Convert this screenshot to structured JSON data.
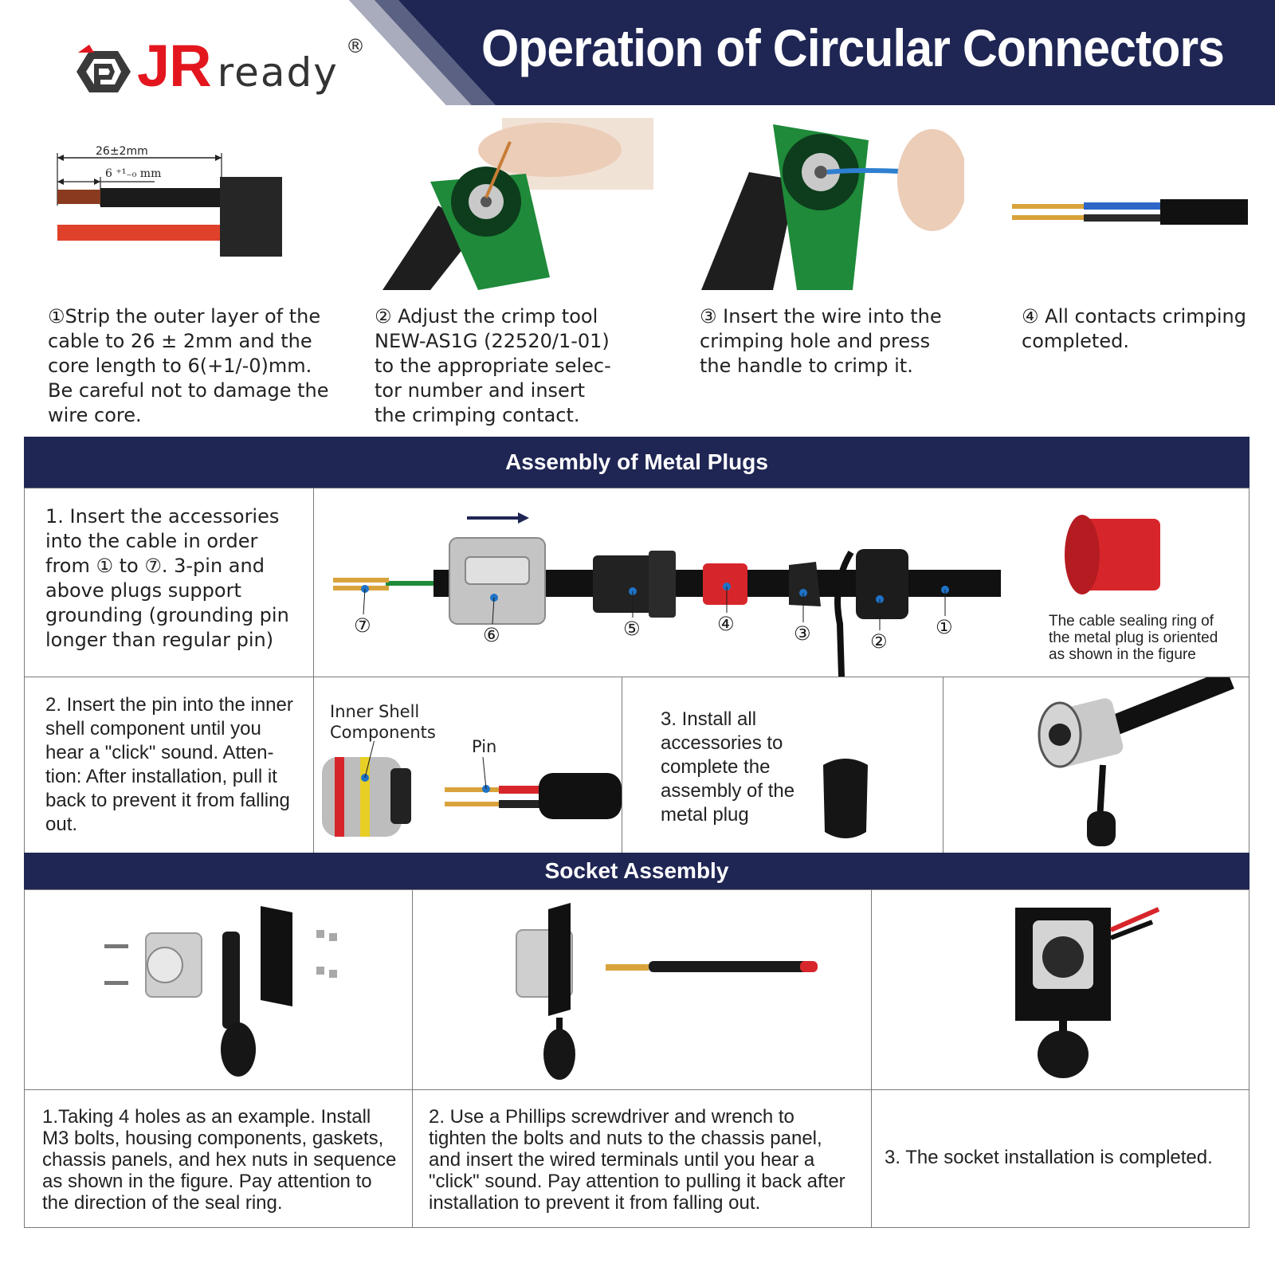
{
  "brand": {
    "name_red": "JR",
    "name_dark": "ready",
    "registered": "®",
    "colors": {
      "red": "#e3161e",
      "navy": "#1f2654",
      "grey": "#3a3a3a"
    }
  },
  "header": {
    "title": "Operation of Circular Connectors"
  },
  "steps": [
    {
      "text": "①Strip the outer layer of the\ncable to 26 ± 2mm and the\ncore length to 6(+1/-0)mm.\nBe careful not to damage the\nwire core."
    },
    {
      "text": "②  Adjust the crimp tool\nNEW-AS1G (22520/1-01)\nto the appropriate selec-\ntor number and insert\nthe crimping contact."
    },
    {
      "text": "③ Insert the wire into the\ncrimping hole and press\nthe handle to crimp it."
    },
    {
      "text": "④ All contacts crimping\ncompleted."
    }
  ],
  "dimension_labels": {
    "outer": "26±2mm",
    "core": "6 ⁺¹₋₀ mm"
  },
  "plug_section": {
    "title": "Assembly of Metal Plugs",
    "step1": "1. Insert the accessories\ninto the cable in order\nfrom ① to ⑦. 3-pin and\nabove plugs support\ngrounding (grounding pin\nlonger than regular pin)",
    "part_numbers": [
      "⑦",
      "⑥",
      "⑤",
      "④",
      "③",
      "②",
      "①"
    ],
    "sealing_note": "The cable sealing ring of\nthe metal plug is oriented\nas shown in the figure",
    "step2": "2. Insert the pin into the inner\nshell component until you\nhear a \"click\" sound. Atten-\ntion: After installation, pull it\nback to prevent it from falling\nout.",
    "inner_shell_label": "Inner Shell\nComponents",
    "pin_label": "Pin",
    "step3": "3. Install all\naccessories to\ncomplete the\nassembly of the\nmetal plug"
  },
  "socket_section": {
    "title": "Socket Assembly",
    "step1": "1.Taking 4 holes as an example. Install\nM3 bolts, housing components, gaskets,\nchassis panels, and hex nuts in sequence\nas shown in the figure. Pay attention to\nthe direction of the seal ring.",
    "step2": "2. Use a Phillips screwdriver and wrench to\ntighten the bolts and nuts to the chassis panel,\nand insert the wired terminals until you hear a\n\"click\" sound. Pay attention to pulling it back after\ninstallation to prevent it from falling out.",
    "step3": "3. The socket installation is completed."
  }
}
